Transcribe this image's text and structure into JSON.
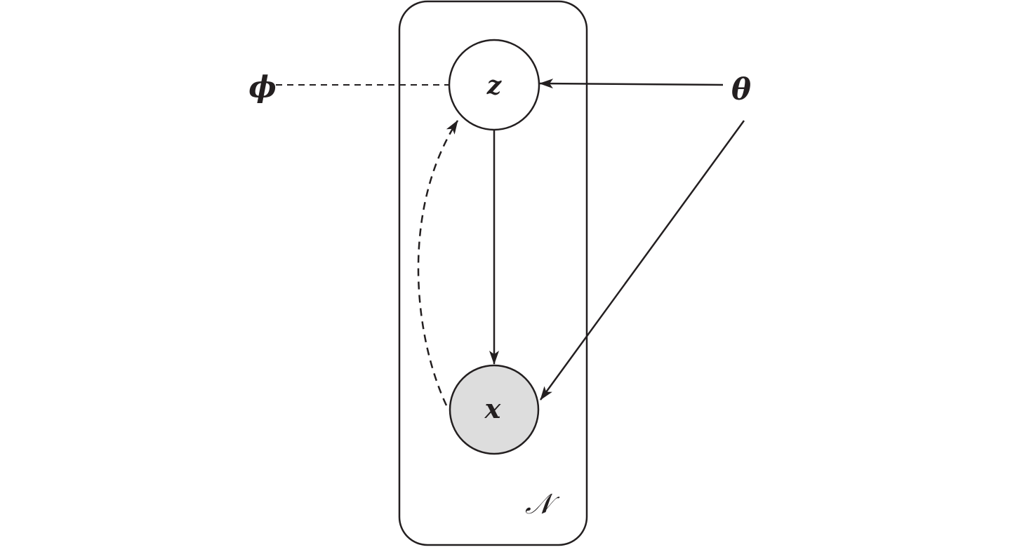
{
  "diagram": {
    "nodes": [
      {
        "id": "z",
        "label": "z",
        "observed": false
      },
      {
        "id": "x",
        "label": "x",
        "observed": true,
        "fill": "#dddddd"
      }
    ],
    "parameters": [
      {
        "id": "phi",
        "label": "ϕ"
      },
      {
        "id": "theta",
        "label": "θ"
      }
    ],
    "plate": {
      "label": "𝒩"
    },
    "edges": [
      {
        "from": "theta",
        "to": "z",
        "style": "solid"
      },
      {
        "from": "theta",
        "to": "x",
        "style": "solid"
      },
      {
        "from": "z",
        "to": "x",
        "style": "solid"
      },
      {
        "from": "x",
        "to": "z",
        "style": "dashed"
      },
      {
        "from": "phi",
        "to": "z",
        "style": "dashed",
        "arrow": false
      }
    ],
    "colors": {
      "stroke": "#231f20",
      "observed_fill": "#dddddd"
    }
  }
}
